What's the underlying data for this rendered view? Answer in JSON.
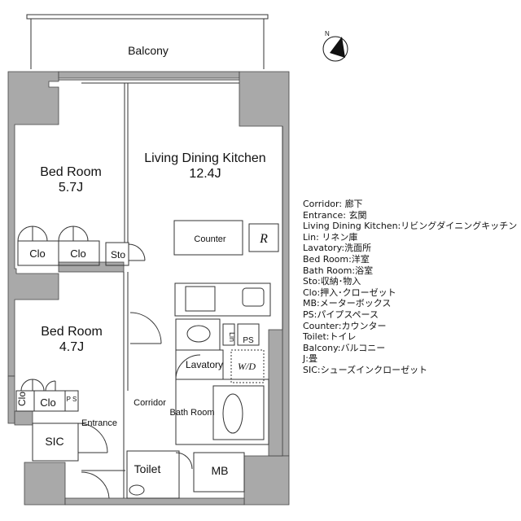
{
  "rooms": {
    "balcony": "Balcony",
    "bed_room_1": "Bed Room",
    "bed_room_1_size": "5.7J",
    "ldk": "Living Dining Kitchen",
    "ldk_size": "12.4J",
    "counter": "Counter",
    "refrigerator_mark": "R",
    "clo_1": "Clo",
    "clo_2": "Clo",
    "sto": "Sto",
    "bed_room_2": "Bed Room",
    "bed_room_2_size": "4.7J",
    "lin": "Lin",
    "ps_1": "PS",
    "lavatory": "Lavatory",
    "wd": "W/D",
    "clo_3": "Clo",
    "clo_4": "Clo",
    "ps_2": "P S",
    "corridor": "Corridor",
    "bath_room": "Bath Room",
    "sic": "SIC",
    "entrance": "Entrance",
    "toilet": "Toilet",
    "mb": "MB"
  },
  "compass": {
    "label": "N"
  },
  "legend": [
    "Corridor: 廊下",
    "Entrance: 玄関",
    "Living Dining Kitchen:リビングダイニングキッチン",
    "Lin: リネン庫",
    "Lavatory:洗面所",
    "Bed Room:洋室",
    "Bath Room:浴室",
    "Sto:収納･物入",
    "Clo:押入･クローゼット",
    "MB:メーターボックス",
    "PS:パイプスペース",
    "Counter:カウンター",
    "Toilet:トイレ",
    "Balcony:バルコニー",
    "J:畳",
    "SIC:シューズインクローゼット"
  ],
  "colors": {
    "wall": "#a9a9a9",
    "line": "#333333",
    "background": "#ffffff"
  }
}
